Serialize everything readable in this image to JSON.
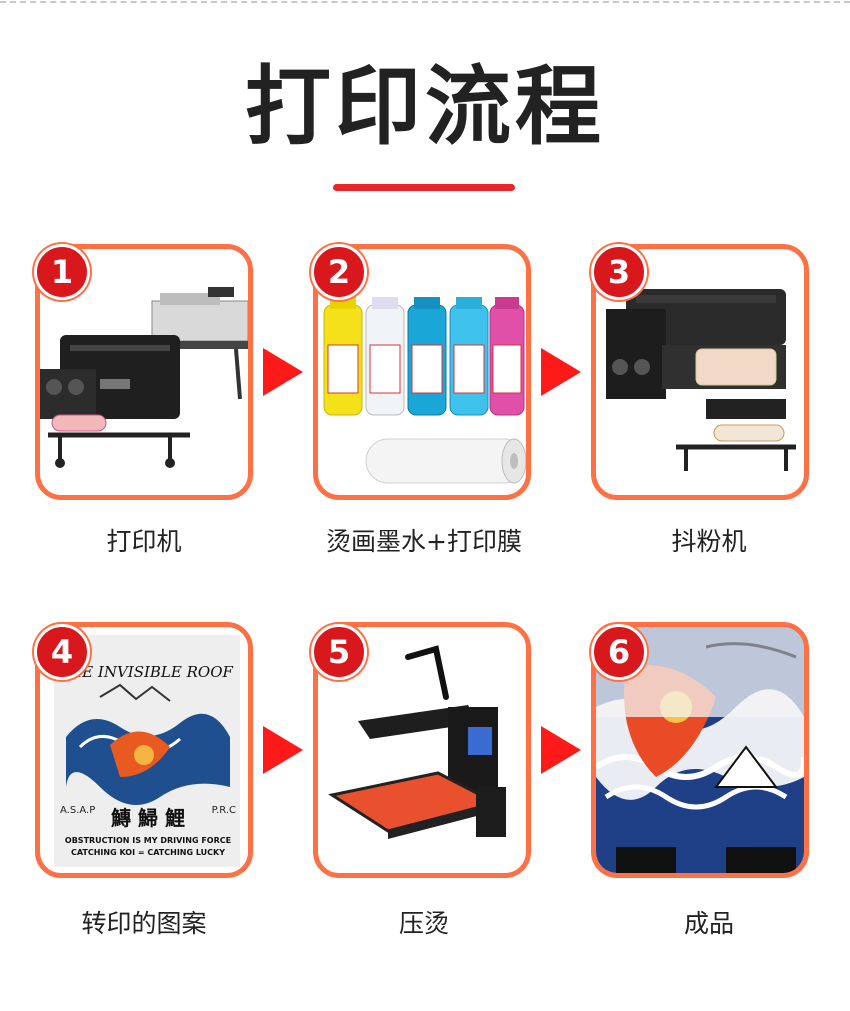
{
  "title": "打印流程",
  "colors": {
    "accent": "#e8262a",
    "card_border": "#ff7045",
    "badge": "#d9181e",
    "arrow": "#ff1a1a"
  },
  "steps": [
    {
      "number": "1",
      "label": "打印机"
    },
    {
      "number": "2",
      "label": "烫画墨水+打印膜"
    },
    {
      "number": "3",
      "label": "抖粉机"
    },
    {
      "number": "4",
      "label": "转印的图案"
    },
    {
      "number": "5",
      "label": "压烫"
    },
    {
      "number": "6",
      "label": "成品"
    }
  ],
  "transfer_print": {
    "headline": "THE INVISIBLE ROOF",
    "left_mark": "A.S.A.P",
    "right_mark": "P.R.C",
    "cn_text": "鱄 鯞 鯉",
    "line1": "OBSTRUCTION IS MY DRIVING FORCE",
    "line2": "CATCHING KOI = CATCHING LUCKY"
  }
}
